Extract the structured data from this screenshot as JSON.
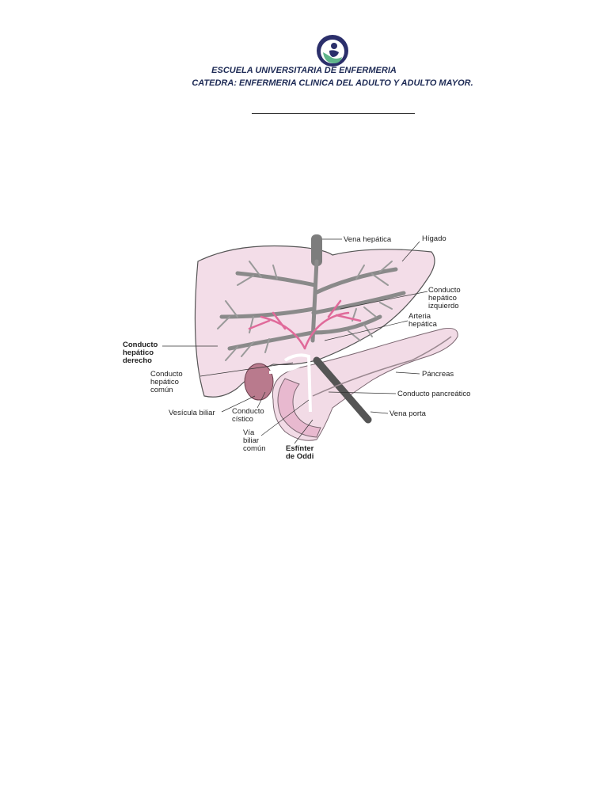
{
  "header": {
    "line1": "ESCUELA UNIVERSITARIA DE ENFERMERIA",
    "line2": "CATEDRA: ENFERMERIA CLINICA DEL ADULTO Y ADULTO MAYOR."
  },
  "figure": {
    "labels": {
      "vena_hepatica": "Vena hepática",
      "higado": "Hígado",
      "conducto_izq_1": "Conducto",
      "conducto_izq_2": "hepático",
      "conducto_izq_3": "izquierdo",
      "arteria_1": "Arteria",
      "arteria_2": "hepática",
      "conducto_der_1": "Conducto",
      "conducto_der_2": "hepático",
      "conducto_der_3": "derecho",
      "conducto_comun_1": "Conducto",
      "conducto_comun_2": "hepático",
      "conducto_comun_3": "común",
      "pancreas": "Páncreas",
      "conducto_pancreatico": "Conducto pancreático",
      "vesicula": "Vesícula biliar",
      "cistico_1": "Conducto",
      "cistico_2": "cístico",
      "vena_porta": "Vena porta",
      "via_1": "Vía",
      "via_2": "biliar",
      "via_3": "común",
      "esfinter_1": "Esfínter",
      "esfinter_2": "de Oddi"
    }
  },
  "colors": {
    "header_text": "#1d2a55",
    "logo_ring": "#2b2f6b",
    "logo_accent": "#5fb58a",
    "liver_fill": "#f3dde8",
    "vessel_gray": "#8a8a8a",
    "artery_pink": "#e06a9a",
    "gallbladder": "#b97a8d"
  }
}
